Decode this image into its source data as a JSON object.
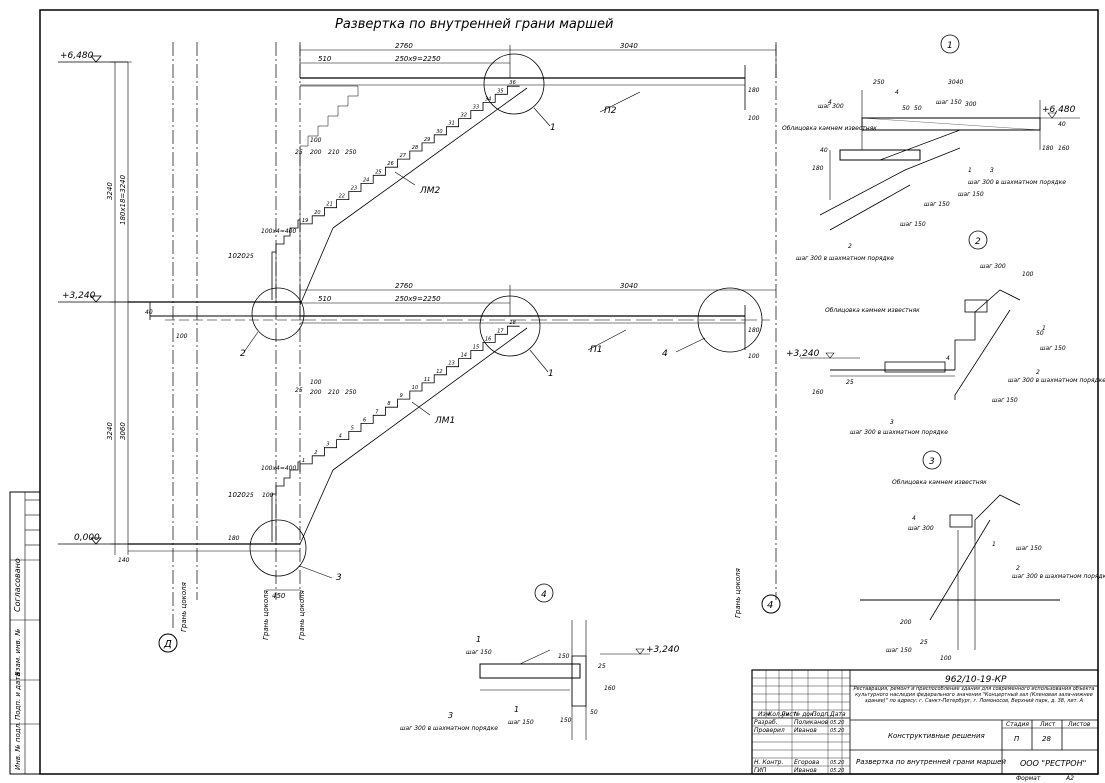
{
  "title": "Развертка по внутренней грани маршей",
  "levels": {
    "top": "+6,480",
    "mid": "+3,240",
    "zero": "0,000"
  },
  "axis_labels": {
    "a": "Д",
    "b": "4"
  },
  "grid_labels": {
    "g1": "Грань цоколя",
    "g2": "Грань цоколя",
    "g3": "Грань цоколя",
    "g4": "Грань цоколя"
  },
  "flights": {
    "upper": {
      "label": "ЛМ2",
      "landing": "П2",
      "steps": [
        "19",
        "20",
        "21",
        "22",
        "23",
        "24",
        "25",
        "26",
        "27",
        "28",
        "29",
        "30",
        "31",
        "32",
        "33",
        "34",
        "35",
        "36"
      ]
    },
    "lower": {
      "label": "ЛМ1",
      "landing": "П1",
      "steps": [
        "1",
        "2",
        "3",
        "4",
        "5",
        "6",
        "7",
        "8",
        "9",
        "10",
        "11",
        "12",
        "13",
        "14",
        "15",
        "16",
        "17",
        "18"
      ]
    }
  },
  "dims": {
    "d2760": "2760",
    "d3040": "3040",
    "d510": "510",
    "d250x9": "250х9=2250",
    "d1020": "1020",
    "d100x4": "100х4=400",
    "d3240": "3240",
    "d3060": "3060",
    "d180x18": "180х18=3240",
    "d450": "450",
    "d100": "100",
    "d200": "200",
    "d210": "210",
    "d250": "250",
    "d25": "25",
    "d40": "40",
    "d180": "180",
    "d140": "140",
    "d160": "160",
    "d300": "300",
    "d50": "50",
    "d150": "150"
  },
  "callouts": {
    "c1": "1",
    "c2": "2",
    "c3": "3",
    "c4": "4"
  },
  "details": {
    "lining": "Облицовка камнем известняк",
    "step300": "шаг 300",
    "step150": "шаг 150",
    "step300chess": "шаг 300 в шахматном порядке"
  },
  "stamp": {
    "code": "962/10-19-КР",
    "description": "Реставрация, ремонт и приспособление здания для современного использования объекта культурного наследия федерального значения \"Концертный зал (Кленовая зала-нижнее здание)\" по адресу: г. Санкт-Петербург, г. Ломоносов, Верхний парк, д. 38, лит. А",
    "cols": [
      "Изм.",
      "Кол.уч",
      "Лист",
      "№ док.",
      "Подп.",
      "Дата"
    ],
    "rows": [
      {
        "role": "Разраб.",
        "name": "Поликанов",
        "date": "05.20"
      },
      {
        "role": "Проверил",
        "name": "Иванов",
        "date": "05.20"
      },
      {
        "role": "Н. Контр.",
        "name": "Егорова",
        "date": "05.20"
      },
      {
        "role": "ГИП",
        "name": "Иванов",
        "date": "05.20"
      }
    ],
    "section": "Конструктивные решения",
    "sheet_title": "Развертка по внутренней грани маршей",
    "stage_hdr": "Стадия",
    "sheet_hdr": "Лист",
    "sheets_hdr": "Листов",
    "stage": "П",
    "sheet": "28",
    "sheets": "",
    "company": "ООО \"РЕСТРОН\"",
    "format_label": "Формат",
    "format": "А2"
  },
  "side_stamp": {
    "agreed": "Согласовано",
    "inv": "Инв. № подл.",
    "sign": "Подп. и дата",
    "repl": "Взам. инв. №"
  }
}
